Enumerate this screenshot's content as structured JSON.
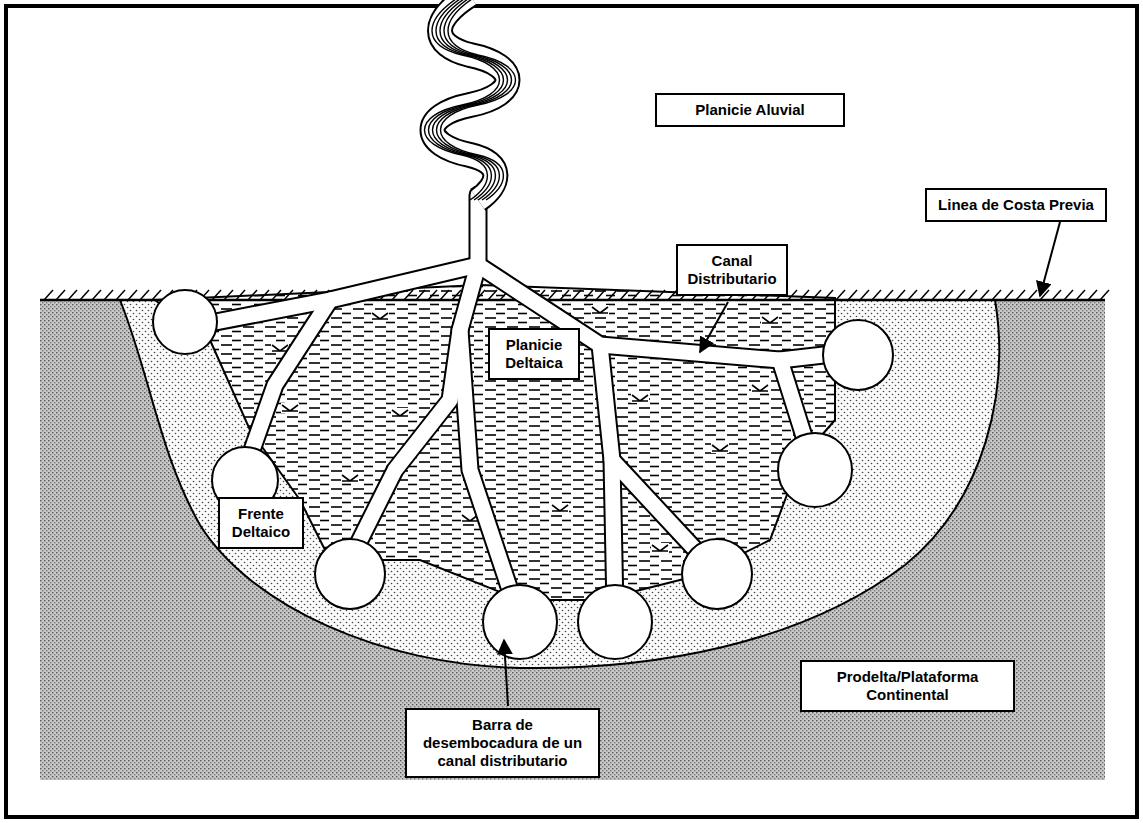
{
  "diagram": {
    "nodes": [
      {
        "text": [
          "Planicie Aluvial"
        ]
      },
      {
        "text": [
          "Linea de Costa Previa"
        ]
      },
      {
        "text": [
          "Canal Distributario"
        ]
      },
      {
        "text": [
          "Planicie Deltaica"
        ]
      },
      {
        "text": [
          "Frente Deltaico"
        ]
      },
      {
        "text": [
          "Barra de desembocadura de un canal distributario"
        ]
      },
      {
        "text": [
          "Prodelta/Plataforma Continental"
        ]
      }
    ]
  }
}
